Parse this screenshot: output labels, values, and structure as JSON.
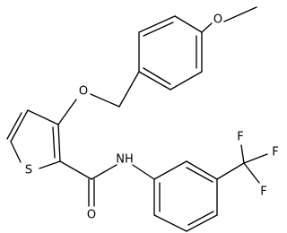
{
  "molecule": {
    "atoms": {
      "methoxy_oxygen": "O",
      "ether_oxygen": "O",
      "thiophene_sulfur": "S",
      "amide_nitrogen": "NH",
      "carbonyl_oxygen": "O",
      "fluorine_top": "F",
      "fluorine_right": "F",
      "fluorine_bottom": "F"
    }
  }
}
